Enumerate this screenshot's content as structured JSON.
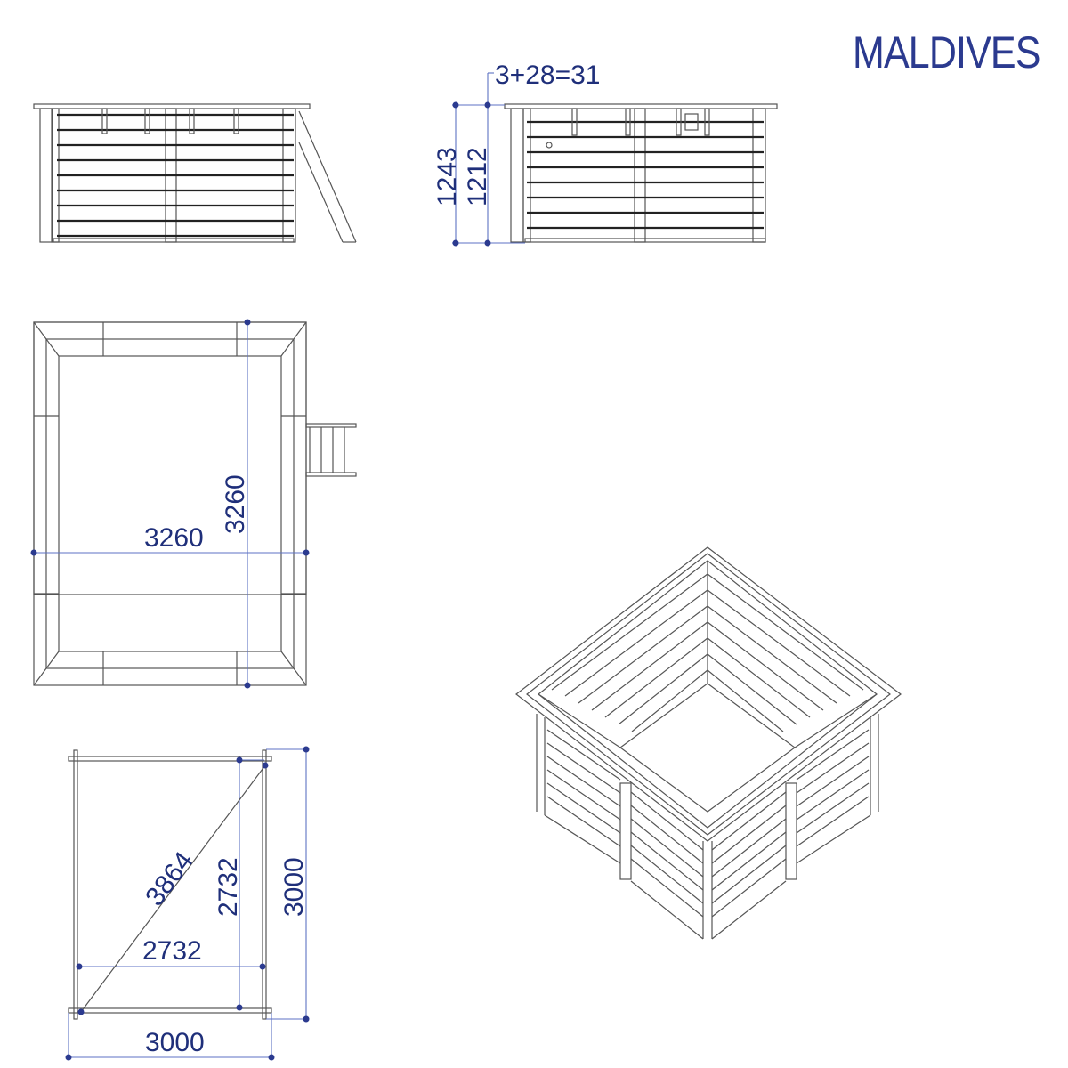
{
  "title": "MALDIVES",
  "colors": {
    "dimension": "#2b3a8f",
    "line": "#555555",
    "background": "#ffffff"
  },
  "views": {
    "side_elevation": {
      "label": "side-view-with-ladder"
    },
    "front_elevation": {
      "dims": {
        "top_offset": "3+28=31",
        "total_height": "1243",
        "wall_height": "1212"
      }
    },
    "plan_view": {
      "dims": {
        "width": "3260",
        "depth": "3260"
      }
    },
    "footprint": {
      "dims": {
        "diagonal": "3864",
        "inner_width": "2732",
        "inner_depth": "2732",
        "outer_width": "3000",
        "outer_depth": "3000"
      }
    },
    "isometric": {
      "label": "isometric-view"
    }
  }
}
